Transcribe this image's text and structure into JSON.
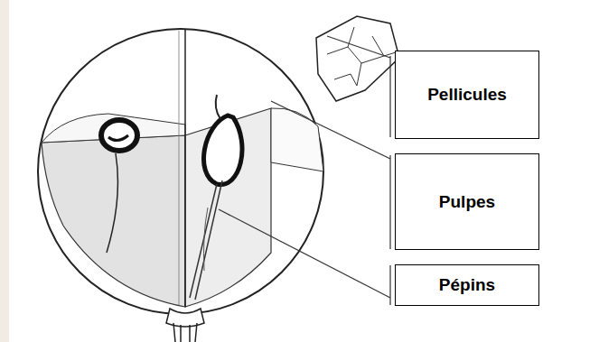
{
  "diagram": {
    "nodes": [
      {
        "text": [
          "Pellicules"
        ]
      },
      {
        "text": [
          "Pulpes"
        ]
      },
      {
        "text": [
          "Pépins"
        ]
      }
    ]
  }
}
